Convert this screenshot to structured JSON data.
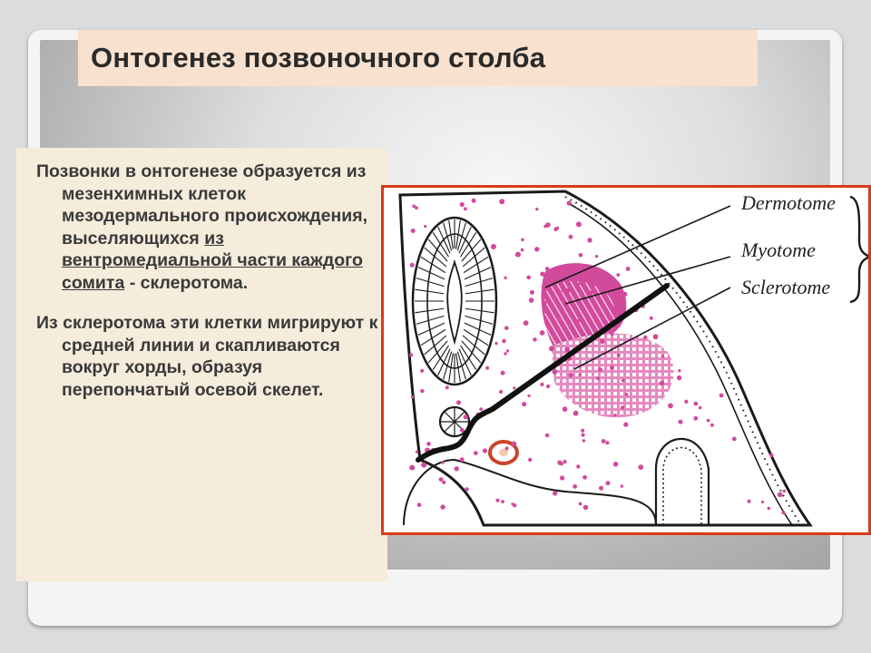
{
  "title": "Онтогенез позвоночного столба",
  "paragraph_1": {
    "lead": "Позвонки в онтогенезе образуется из мезенхимных клеток мезодермального происхождения, выселяющихся ",
    "underlined": "из вентромедиальной части каждого сомита",
    "tail": " - склеротома."
  },
  "paragraph_2": "Из склеротома эти клетки мигрируют к средней линии и скапливаются вокруг хорды, образуя перепончатый осевой скелет.",
  "figure": {
    "labels": {
      "dermotome": "Dermotome",
      "myotome": "Myotome",
      "sclerotome": "Sclerotome"
    },
    "colors": {
      "border": "#d93a1a",
      "magenta": "#d24a9c",
      "outline": "#1a1a1a"
    }
  }
}
